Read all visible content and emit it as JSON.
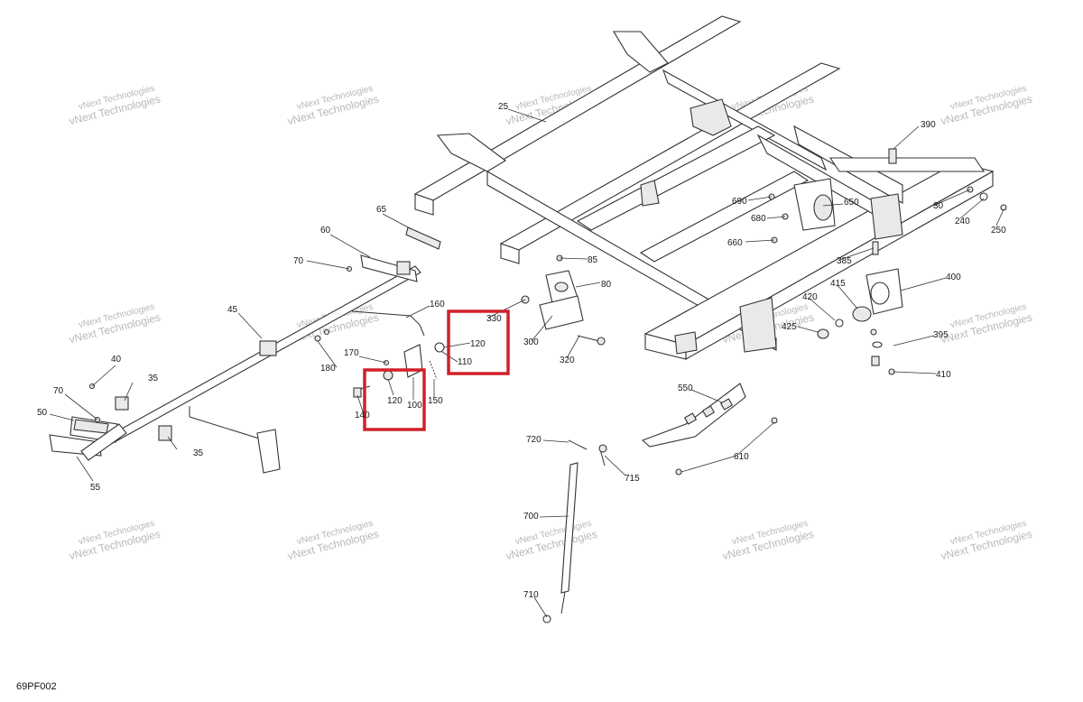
{
  "diagram": {
    "code": "69PF002",
    "watermark": "vNext Technologies",
    "highlight_color": "#d0202a",
    "labels": [
      {
        "id": "l25",
        "text": "25"
      },
      {
        "id": "l30",
        "text": "30"
      },
      {
        "id": "l35a",
        "text": "35"
      },
      {
        "id": "l35b",
        "text": "35"
      },
      {
        "id": "l40",
        "text": "40"
      },
      {
        "id": "l45",
        "text": "45"
      },
      {
        "id": "l50",
        "text": "50"
      },
      {
        "id": "l55",
        "text": "55"
      },
      {
        "id": "l60",
        "text": "60"
      },
      {
        "id": "l65",
        "text": "65"
      },
      {
        "id": "l70a",
        "text": "70"
      },
      {
        "id": "l70b",
        "text": "70"
      },
      {
        "id": "l80",
        "text": "80"
      },
      {
        "id": "l85",
        "text": "85"
      },
      {
        "id": "l100",
        "text": "100"
      },
      {
        "id": "l110",
        "text": "110"
      },
      {
        "id": "l120a",
        "text": "120"
      },
      {
        "id": "l120b",
        "text": "120"
      },
      {
        "id": "l140",
        "text": "140"
      },
      {
        "id": "l150",
        "text": "150"
      },
      {
        "id": "l160",
        "text": "160"
      },
      {
        "id": "l170",
        "text": "170"
      },
      {
        "id": "l180",
        "text": "180"
      },
      {
        "id": "l240",
        "text": "240"
      },
      {
        "id": "l250",
        "text": "250"
      },
      {
        "id": "l300",
        "text": "300"
      },
      {
        "id": "l320",
        "text": "320"
      },
      {
        "id": "l330",
        "text": "330"
      },
      {
        "id": "l385",
        "text": "385"
      },
      {
        "id": "l390",
        "text": "390"
      },
      {
        "id": "l395",
        "text": "395"
      },
      {
        "id": "l400",
        "text": "400"
      },
      {
        "id": "l410",
        "text": "410"
      },
      {
        "id": "l415",
        "text": "415"
      },
      {
        "id": "l420",
        "text": "420"
      },
      {
        "id": "l425",
        "text": "425"
      },
      {
        "id": "l550",
        "text": "550"
      },
      {
        "id": "l610",
        "text": "610"
      },
      {
        "id": "l650",
        "text": "650"
      },
      {
        "id": "l660",
        "text": "660"
      },
      {
        "id": "l680",
        "text": "680"
      },
      {
        "id": "l690",
        "text": "690"
      },
      {
        "id": "l700",
        "text": "700"
      },
      {
        "id": "l710",
        "text": "710"
      },
      {
        "id": "l715",
        "text": "715"
      },
      {
        "id": "l720",
        "text": "720"
      }
    ]
  }
}
